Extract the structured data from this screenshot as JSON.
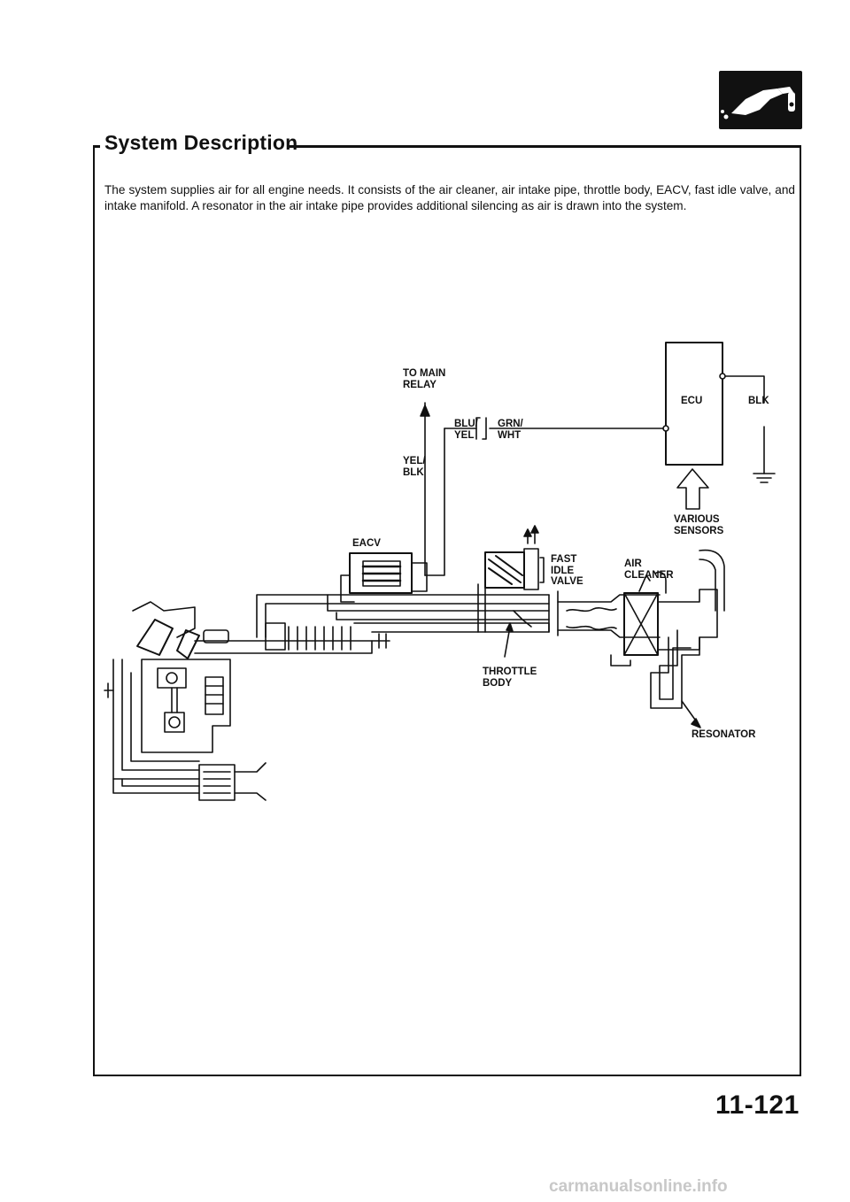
{
  "header": {
    "title": "System Description",
    "badge_icon": "fuel-nozzle-icon"
  },
  "intro": {
    "text": "The system supplies air for all engine needs. It consists of the air cleaner, air intake pipe, throttle body, EACV, fast idle valve, and intake manifold. A resonator in the air intake pipe provides additional silencing as air is drawn into the system."
  },
  "diagram": {
    "labels": {
      "to_main_relay": "TO MAIN\nRELAY",
      "yel_blk": "YEL/\nBLK",
      "blu_yel": "BLU/\nYEL",
      "grn_wht": "GRN/\nWHT",
      "ecu": "ECU",
      "blk": "BLK",
      "various_sensors": "VARIOUS\nSENSORS",
      "eacv": "EACV",
      "fast_idle_valve": "FAST\nIDLE\nVALVE",
      "air_cleaner": "AIR\nCLEANER",
      "throttle_body": "THROTTLE\nBODY",
      "resonator": "RESONATOR"
    }
  },
  "footer": {
    "page_number": "11-121",
    "watermark": "carmanualsonline.info"
  }
}
